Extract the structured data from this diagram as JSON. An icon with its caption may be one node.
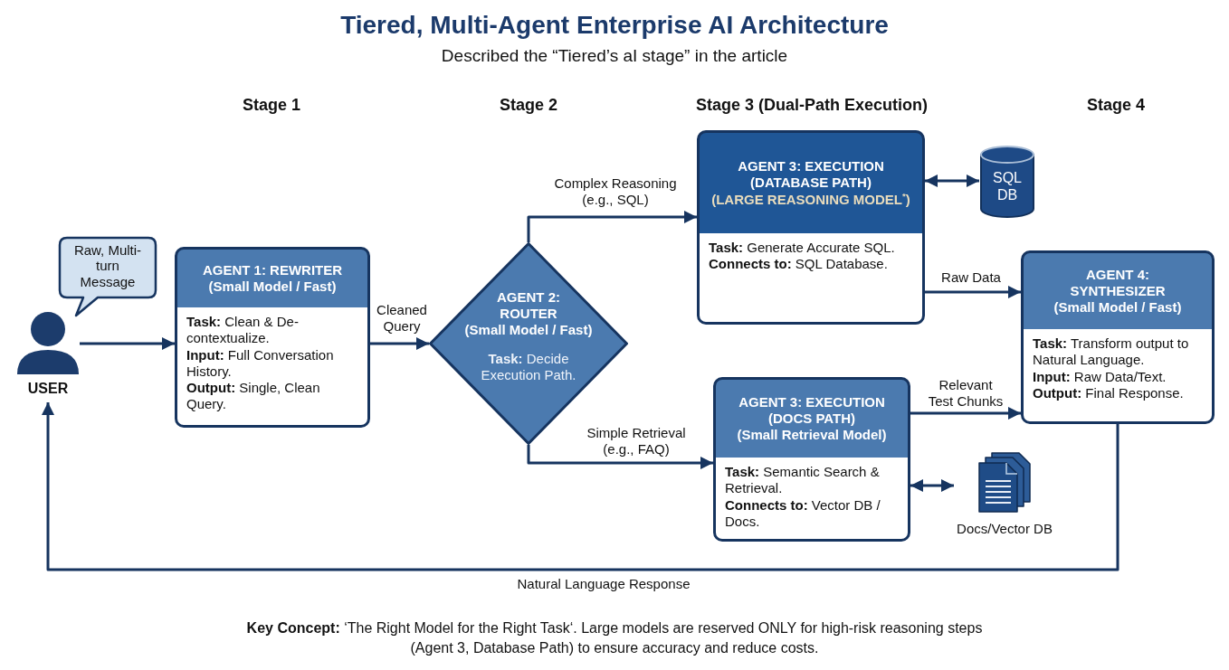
{
  "diagram": {
    "title": "Tiered, Multi-Agent Enterprise AI Architecture",
    "nodes": [
      {
        "text": [
          "USER"
        ]
      },
      {
        "text": [
          "Raw, Multi-turn Message"
        ]
      },
      {
        "text": [
          "AGENT 1: REWRITER",
          "(Small Model / Fast)",
          "**Task:** Clean & De-contextualize.",
          "**Input:** Full Conversation History.",
          "**Output:** Single, Clean Query."
        ]
      },
      {
        "text": [
          "AGENT 2: ROUTER",
          "(Small Model / Fast)",
          "**Task:** Decide Execution Path."
        ]
      },
      {
        "text": [
          "AGENT 3: EXECUTION (DATABASE PATH)",
          "(LARGE REASONING MODEL$^{*}$)",
          "**Task:** Generate Accurate SQL.",
          "**Connects to:** SQL Database."
        ]
      },
      {
        "text": [
          "SQL DB"
        ]
      },
      {
        "text": [
          "AGENT 3: EXECUTION (DOCS PATH)",
          "(Small Retrieval Model)",
          "**Task:** Semantic Search & Retrieval.",
          "**Connects to:** Vector DB / Docs."
        ]
      },
      {
        "text": [
          "Docs/Vector DB"
        ]
      },
      {
        "text": [
          "AGENT 4: SYNTHESIZER",
          "(Small Model / Fast)",
          "**Task:** Transform output to Natural Language.",
          "**Input:** Raw Data/Text.",
          "**Output:** Final Response."
        ]
      }
    ],
    "edges": [
      {
        "from": 0,
        "to": 2,
        "arrow": "to"
      },
      {
        "from": 2,
        "to": 3,
        "arrow": "to",
        "label": "Cleaned Query"
      },
      {
        "from": 3,
        "to": 4,
        "arrow": "to",
        "label": "Complex Reasoning (e.g., SQL)"
      },
      {
        "from": 3,
        "to": 6,
        "arrow": "to",
        "label": "Simple Retrieval (e.g., FAQ)"
      },
      {
        "from": 4,
        "to": 5,
        "arrow": "both"
      },
      {
        "from": 4,
        "to": 8,
        "arrow": "to",
        "label": "Raw Data"
      },
      {
        "from": 6,
        "to": 8,
        "arrow": "to",
        "label": "Relevant Test Chunks"
      },
      {
        "from": 6,
        "to": 7,
        "arrow": "both"
      },
      {
        "from": 8,
        "to": 0,
        "arrow": "to",
        "label": "Natural Language Response"
      }
    ],
    "labels": [
      "Described the “Tiered’s aI stage” in the article",
      "Stage 1",
      "Stage 2",
      "Stage 3 (Dual-Path Execution)",
      "Stage 4"
    ],
    "caption": "**Key Concept:** ‘The Right Model for the Right Task‘. Large models are reserved ONLY for high-risk reasoning steps (Agent 3, Database Path) to ensure accuracy and reduce costs."
  }
}
